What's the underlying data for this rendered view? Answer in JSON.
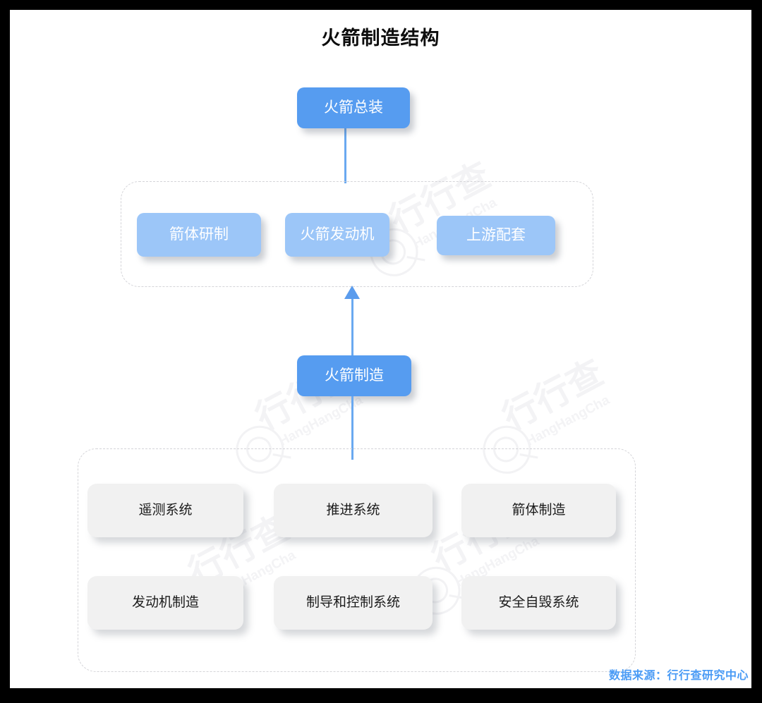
{
  "page": {
    "title": "火箭制造结构",
    "source_note": "数据来源：行行查研究中心",
    "watermark": {
      "cn": "行行查",
      "en": "HangHangCha",
      "logo_icon": "magnifier-logo-icon"
    }
  },
  "colors": {
    "accent_strong": "#569cf0",
    "accent_soft": "#9cc6f8",
    "node_grey": "#f1f1f1",
    "connector": "#6aa9f0",
    "dashed_border": "#d4d4d8",
    "source_text": "#4a9bf5",
    "title_text": "#0d0d0d",
    "frame": "#000000"
  },
  "diagram": {
    "type": "hierarchy",
    "top_node": {
      "label": "火箭总装"
    },
    "upstream_group": {
      "name": "upstream-group",
      "nodes": [
        {
          "label": "箭体研制"
        },
        {
          "label": "火箭发动机"
        },
        {
          "label": "上游配套"
        }
      ]
    },
    "center_node": {
      "label": "火箭制造"
    },
    "downstream_group": {
      "name": "downstream-group",
      "rows": [
        [
          {
            "label": "遥测系统"
          },
          {
            "label": "推进系统"
          },
          {
            "label": "箭体制造"
          }
        ],
        [
          {
            "label": "发动机制造"
          },
          {
            "label": "制导和控制系统"
          },
          {
            "label": "安全自毁系统"
          }
        ]
      ]
    },
    "connectors": [
      {
        "name": "top-to-upstream",
        "arrow": false
      },
      {
        "name": "upstream-to-center",
        "arrow": true
      },
      {
        "name": "center-to-downstream",
        "arrow": false
      }
    ]
  }
}
